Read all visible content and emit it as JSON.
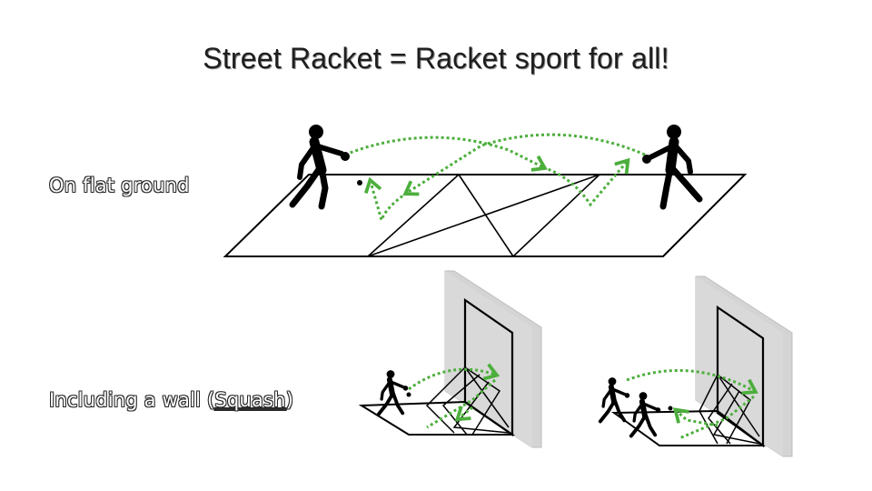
{
  "title": "Street Racket = Racket sport for all!",
  "labels": {
    "flat_ground": "On flat ground",
    "wall_prefix": "Including a wall (",
    "wall_word": "Squash",
    "wall_suffix": ")"
  },
  "colors": {
    "trajectory": "#4caf3c",
    "court_line": "#000000",
    "wall_fill": "#d4d4d4",
    "figure": "#000000"
  },
  "icons": [
    "player-figure-icon",
    "ball-icon",
    "trajectory-arrow-icon",
    "wall-icon"
  ]
}
